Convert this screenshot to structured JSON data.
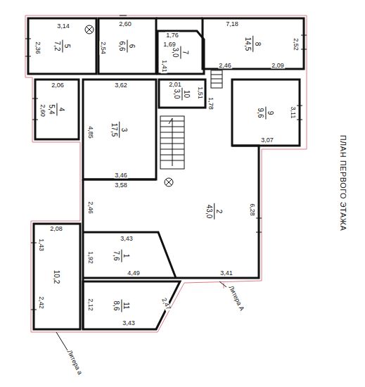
{
  "diagram": {
    "title": "ПЛАН ПЕРВОГО ЭТАЖА",
    "nodes": [
      {
        "text": [
          "5",
          "7,2"
        ]
      },
      {
        "text": [
          "6",
          "6,6"
        ]
      },
      {
        "text": [
          "7",
          "3,0"
        ]
      },
      {
        "text": [
          "8",
          "14,5"
        ]
      },
      {
        "text": [
          "4",
          "5,4"
        ]
      },
      {
        "text": [
          "3",
          "17,5"
        ]
      },
      {
        "text": [
          "10",
          "3,0"
        ]
      },
      {
        "text": [
          "9",
          "9,6"
        ]
      },
      {
        "text": [
          "2",
          "43,0"
        ]
      },
      {
        "text": [
          "10,2"
        ]
      },
      {
        "text": [
          "1",
          "7,6"
        ]
      },
      {
        "text": [
          "11",
          "8,6"
        ]
      }
    ],
    "labels": [
      "3,14",
      "2,36",
      "2,60",
      "2,54",
      "1,76",
      "1,69",
      "1,41",
      "7,18",
      "2,52",
      "2,46",
      "2,09",
      "2,06",
      "2,60",
      "3,62",
      "2,01",
      "1,51",
      "1,78",
      "3,11",
      "3,07",
      "4,85",
      "3,46",
      "3,58",
      "2,46",
      "6,28",
      "2,08",
      "1,43",
      "3,43",
      "1,92",
      "4,49",
      "3,41",
      "2,12",
      "2,42",
      "2,47",
      "3,43",
      "Литера А",
      "Литера а"
    ]
  }
}
